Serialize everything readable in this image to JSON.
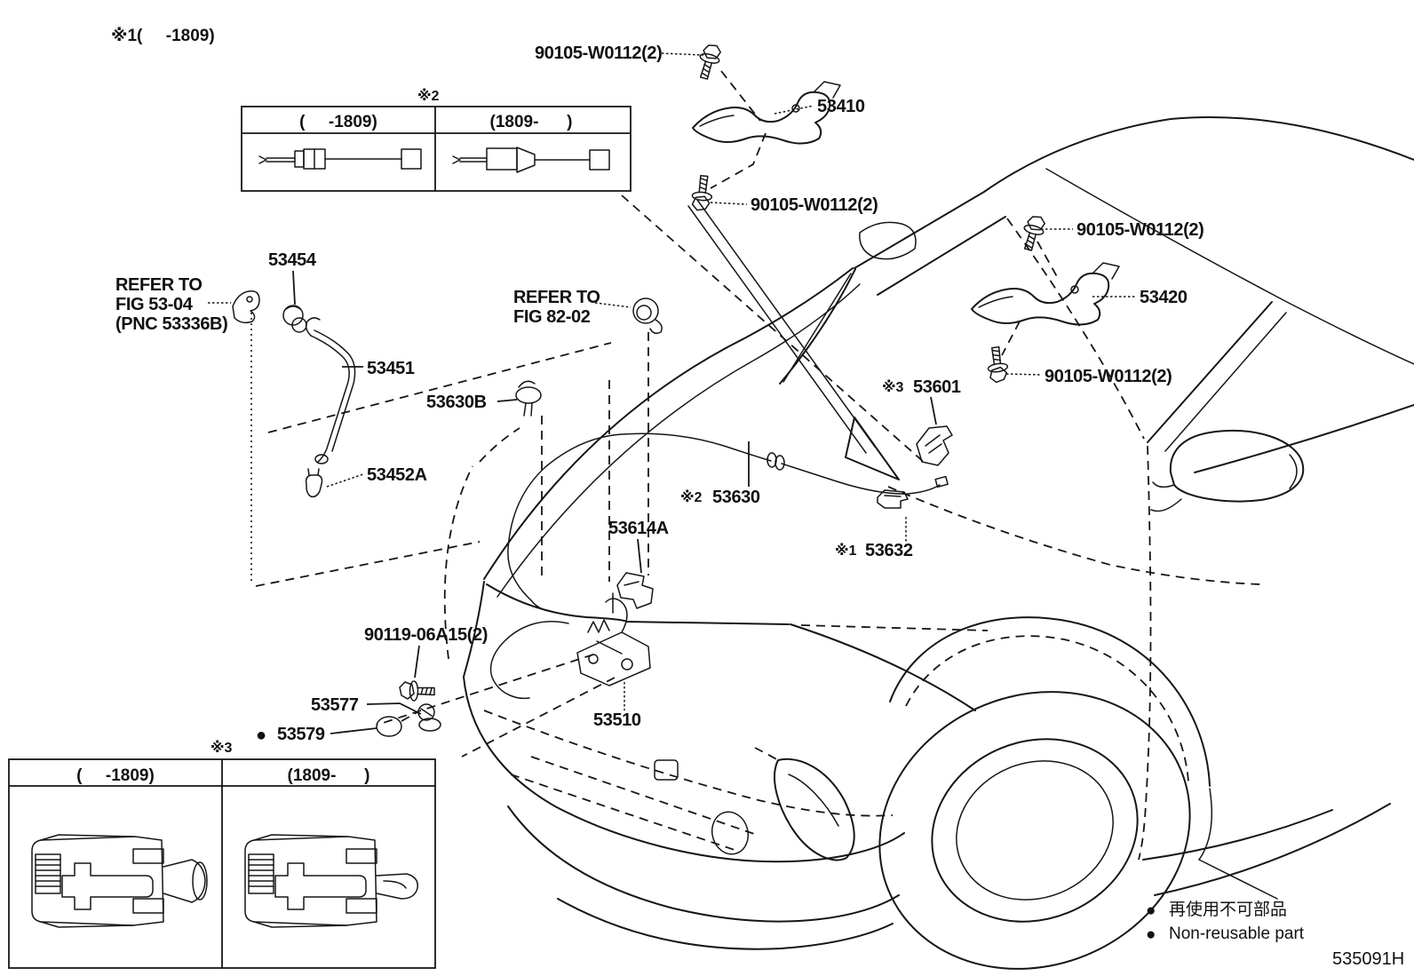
{
  "diagram": {
    "id": "535091H",
    "note_top_left": "※1(     -1809)",
    "marker2": "※2",
    "marker3": "※3",
    "bullet": "●",
    "legend": {
      "jp": "再使用不可部品",
      "en": "Non-reusable part"
    },
    "tables": {
      "cable": {
        "col_early": "(     -1809)",
        "col_late": "(1809-      )"
      },
      "lock": {
        "col_early": "(     -1809)",
        "col_late": "(1809-      )"
      }
    },
    "labels": {
      "bolt_top": "90105-W0112(2)",
      "bolt_mid": "90105-W0112(2)",
      "bolt_right_top": "90105-W0112(2)",
      "bolt_right_bottom": "90105-W0112(2)",
      "hinge_left": "53410",
      "hinge_right": "53420",
      "rod_grommet": "53454",
      "refer1_line1": "REFER TO",
      "refer1_line2": "FIG 53-04",
      "refer1_line3": "(PNC 53336B)",
      "support_rod": "53451",
      "refer2_line1": "REFER TO",
      "refer2_line2": "FIG 82-02",
      "cable_clip": "53630B",
      "rod_clip": "53452A",
      "striker_marker": "※3",
      "striker": "53601",
      "cable_marker": "※2",
      "release_cable": "53630",
      "cable_bracket": "53614A",
      "clamp_marker": "※1",
      "clamp": "53632",
      "lock_bolt": "90119-06A15(2)",
      "cushion_bullet": "●",
      "screw_grommet": "53577",
      "cushion": "53579",
      "hood_lock": "53510"
    }
  }
}
